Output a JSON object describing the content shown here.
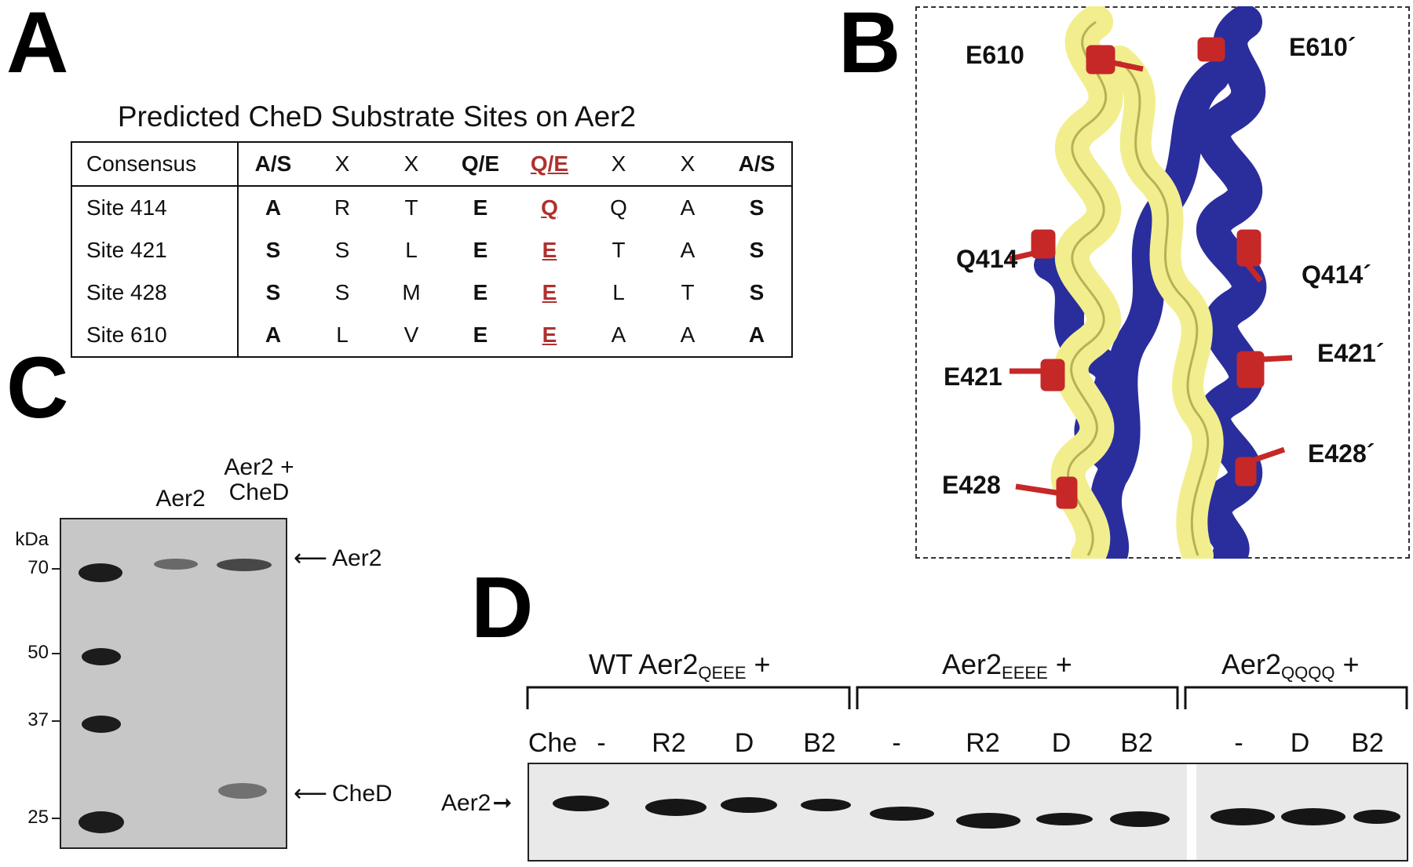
{
  "panels": {
    "a": "A",
    "b": "B",
    "c": "C",
    "d": "D"
  },
  "panel_a": {
    "title": "Predicted CheD Substrate Sites on Aer2",
    "header": {
      "label": "Consensus",
      "residues": [
        "A/S",
        "X",
        "X",
        "Q/E",
        "Q/E",
        "X",
        "X",
        "A/S"
      ]
    },
    "rows": [
      {
        "label": "Site 414",
        "residues": [
          "A",
          "R",
          "T",
          "E",
          "Q",
          "Q",
          "A",
          "S"
        ]
      },
      {
        "label": "Site 421",
        "residues": [
          "S",
          "S",
          "L",
          "E",
          "E",
          "T",
          "A",
          "S"
        ]
      },
      {
        "label": "Site 428",
        "residues": [
          "S",
          "S",
          "M",
          "E",
          "E",
          "L",
          "T",
          "S"
        ]
      },
      {
        "label": "Site 610",
        "residues": [
          "A",
          "L",
          "V",
          "E",
          "E",
          "A",
          "A",
          "A"
        ]
      }
    ],
    "colors": {
      "highlight": "#b03030"
    }
  },
  "panel_b": {
    "labels": [
      "E610",
      "E610´",
      "Q414",
      "Q414´",
      "E421",
      "E421´",
      "E428",
      "E428´"
    ],
    "colors": {
      "helix_a": "#f2ee8e",
      "helix_b": "#2a2e9c",
      "site": "#c62828"
    }
  },
  "panel_c": {
    "lanes": [
      "Aer2",
      "Aer2 +\nCheD"
    ],
    "unit": "kDa",
    "markers": [
      "70",
      "50",
      "37",
      "25"
    ],
    "arrows": [
      "Aer2",
      "CheD"
    ]
  },
  "panel_d": {
    "groups": [
      {
        "prefix": "WT Aer2",
        "sub": "QEEE",
        "suffix": " +"
      },
      {
        "prefix": "Aer2",
        "sub": "EEEE",
        "suffix": " +"
      },
      {
        "prefix": "Aer2",
        "sub": "QQQQ",
        "suffix": " +"
      }
    ],
    "lanes": [
      "Che",
      "-",
      "R2",
      "D",
      "B2",
      "-",
      "R2",
      "D",
      "B2",
      "-",
      "D",
      "B2"
    ],
    "row_label": "Aer2"
  }
}
